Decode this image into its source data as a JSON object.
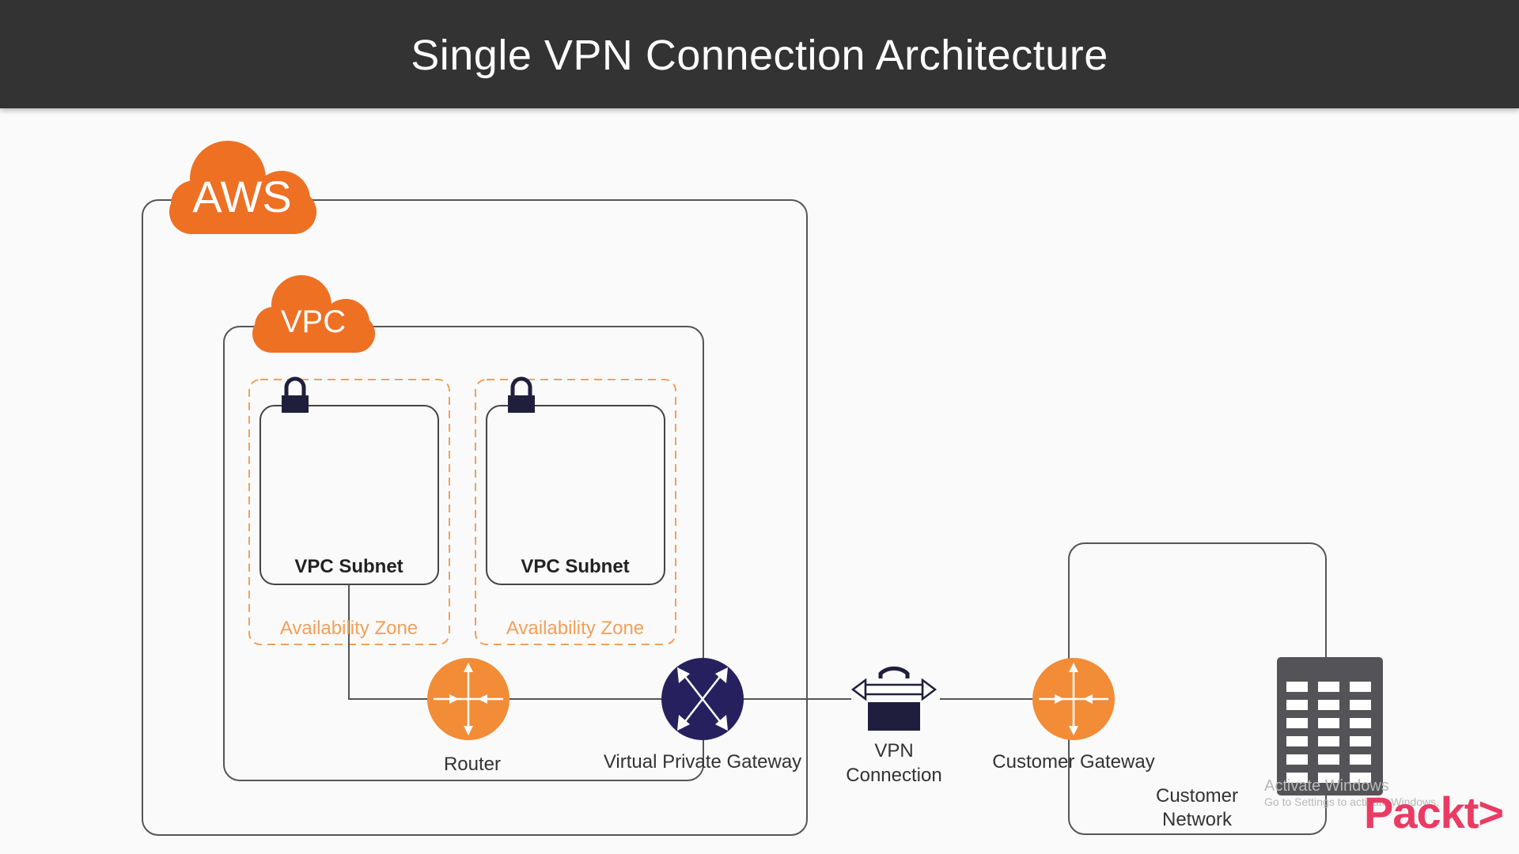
{
  "title": "Single VPN Connection Architecture",
  "aws_badge": "AWS",
  "vpc_badge": "VPC",
  "subnets": [
    {
      "label": "VPC Subnet",
      "zone": "Availability Zone"
    },
    {
      "label": "VPC Subnet",
      "zone": "Availability Zone"
    }
  ],
  "nodes": {
    "router": "Router",
    "vpg": "Virtual Private Gateway",
    "vpn_line1": "VPN",
    "vpn_line2": "Connection",
    "customer_gateway": "Customer Gateway",
    "customer_network_line1": "Customer",
    "customer_network_line2": "Network"
  },
  "watermark": {
    "line1": "Activate Windows",
    "line2": "Go to Settings to activate Windows."
  },
  "brand": "Packt>",
  "colors": {
    "header": "#333333",
    "aws_orange": "#ee7023",
    "node_orange": "#f28c37",
    "zone_dashed": "#f2a05a",
    "navy": "#26215e",
    "line": "#555555"
  }
}
